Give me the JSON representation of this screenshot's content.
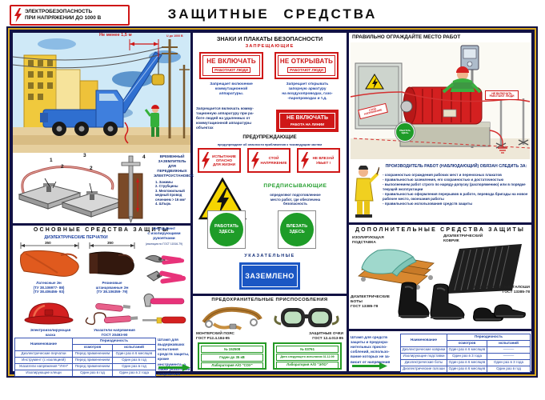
{
  "colors": {
    "accent_red": "#cf1717",
    "accent_navy": "#121244",
    "accent_yellow": "#d8a820",
    "text_blue": "#1a3fa0",
    "green": "#1e9c28",
    "blue_sign": "#1b57c4"
  },
  "header": {
    "badge_line1": "ЭЛЕКТРОБЕЗОПАСНОСТЬ",
    "badge_line2": "ПРИ НАПРЯЖЕНИИ ДО 1000 В",
    "title": "ЗАЩИТНЫЕ СРЕДСТВА"
  },
  "left": {
    "crane": {
      "dim_label": "Не менее 1,5 м",
      "voltage_label": "U до 1000 В"
    },
    "grounding": {
      "title": "ВРЕМЕННЫЙ\nЗАЗЕМЛИТЕЛЬ\nДЛЯ ПЕРЕДВИЖНЫХ\nЭЛЕКТРОУСТАНОВОК",
      "items": [
        "1. Зажимы",
        "2. Струбцины",
        "3. Многожильный\nмедный провод\nсечением > 16 мм²",
        "4. Штырь"
      ],
      "callouts": [
        "1",
        "2",
        "2",
        "3",
        "4"
      ]
    },
    "main": {
      "title": "ОСНОВНЫЕ СРЕДСТВА ЗАЩИТЫ",
      "gloves_title": "ДИЭЛЕКТРИЧЕСКИЕ ПЕРЧАТКИ",
      "glove1_dim": "350",
      "glove2_dim": "350",
      "glove1_caption": "Латексные Эн\n(ТУ 38.106977- 88)\n(ТУ 38.406456- 93)",
      "glove2_caption": "Резиновые\nштанцованные Эн\n(ТУ 38.106359- 79)",
      "tools_caption": "Инструмент\nс изолирующими\nрукоятками",
      "tools_gost": "(изоляция по ГОСТ 11516-79)",
      "helmet_caption": "Электроизолирующая\nкаска",
      "indicator_caption": "Указатели напряжения\nГОСТ 20493-90"
    },
    "table": {
      "col_name": "Наименование",
      "col_period": "Периодичность",
      "col_inspect": "осмотров",
      "col_test": "испытаний",
      "rows": [
        {
          "name": "Диэлектрические перчатки",
          "inspect": "Перед применением",
          "test": "Один раз в 6 месяцев"
        },
        {
          "name": "Инструмент (с изоляцией)",
          "inspect": "Перед применением",
          "test": "Один раз в год"
        },
        {
          "name": "Указатели напряжения \"УНН\"",
          "inspect": "Перед применением",
          "test": "Один раз в год"
        },
        {
          "name": "Изолирующие клещи",
          "inspect": "Один раз в год",
          "test": "Один раз в 2 года"
        }
      ],
      "stamp_note": "Штамп для выдержавших испытания средств защиты, кроме инструмента, а также указателей напряжения"
    }
  },
  "middle": {
    "panel_title": "ЗНАКИ И ПЛАКАТЫ БЕЗОПАСНОСТИ",
    "prohibiting": {
      "title": "ЗАПРЕЩАЮЩИЕ",
      "sign1_l1": "НЕ ВКЛЮЧАТЬ",
      "sign1_l2": "РАБОТАЮТ ЛЮДИ",
      "sign1_caption": "Запрещает включение\nкоммутационной\nаппаратуры.",
      "sign2_l1": "НЕ ОТКРЫВАТЬ",
      "sign2_l2": "РАБОТАЮТ ЛЮДИ",
      "sign2_caption": "Запрещает открывать\nзапорную арматуру\nна воздухопроводах, газо-\n-паропроводах и т.д.",
      "note": "Запрещается включать комму-\nтационную аппаратуру при ра-\nботе людей на удаленных от\nкоммутационной аппаратуры\nобъектах",
      "sign3_l1": "НЕ ВКЛЮЧАТЬ",
      "sign3_l2": "РАБОТА НА ЛИНИИ"
    },
    "warning": {
      "title": "ПРЕДУПРЕЖДАЮЩИЕ",
      "subtitle": "предупреждают об опасности приближения к токоведущим частям",
      "signs": [
        {
          "l1": "ИСПЫТАНИЕ",
          "l2": "ОПАСНО",
          "l3": "ДЛЯ ЖИЗНИ"
        },
        {
          "l1": "СТОЙ",
          "l2": "НАПРЯЖЕНИЕ"
        },
        {
          "l1": "НЕ ВЛЕЗАЙ",
          "l2": "УБЬЕТ !"
        }
      ]
    },
    "prescribing": {
      "title": "ПРЕДПИСЫВАЮЩИЕ",
      "subtitle": "определяют подготовленное\nместо работ, где обеспечена\nбезопасность",
      "sign1_l1": "РАБОТАТЬ",
      "sign1_l2": "ЗДЕСЬ",
      "sign2_l1": "ВЛЕЗАТЬ",
      "sign2_l2": "ЗДЕСЬ"
    },
    "indicative": {
      "title": "УКАЗАТЕЛЬНЫЕ",
      "sign": "ЗАЗЕМЛЕНО"
    },
    "devices": {
      "title": "ПРЕДОХРАНИТЕЛЬНЫЕ  ПРИСПОСОБЛЕНИЯ",
      "belt_caption": "МОНТЕРСКИЙ ПОЯС\nГОСТ Р12.4.184-95",
      "goggles_caption": "ЗАЩИТНЫЕ ОЧКИ\nГОСТ 12.4.013-85",
      "stamp1_r1": "№ 152508",
      "stamp1_r2": "Годен до 35 кВ",
      "stamp1_r3": "Лаборатория А/О \"СОУ\"",
      "stamp2_r1": "№ 03761",
      "stamp2_r2": "Дата следующего испытания 31.12.99",
      "stamp2_r3": "Лаборатория А/О \"ЭПО\""
    }
  },
  "right": {
    "fence": {
      "title": "ПРАВИЛЬНО ОГРАЖДАЙТЕ МЕСТО РАБОТ",
      "sign_stop": "СТОЙ\nНАПРЯЖЕНИЕ",
      "sign_no_switch": "НЕ ВКЛЮЧАТЬ\nРАБОТАЮТ ЛЮДИ",
      "sign_work_here": "РАБОТАТЬ\nЗДЕСЬ"
    },
    "supervisor": {
      "title": "ПРОИЗВОДИТЕЛЬ РАБОТ (НАБЛЮДАЮЩИЙ) ОБЯЗАН СЛЕДИТЬ ЗА:",
      "items": [
        "- сохранностью ограждения рабочих мест и переносных плакатов",
        "- правильностью заземления, его сохранностью и достаточностью",
        "- выполнением работ строго по наряду-допуску (распоряжению) или в порядке текущей эксплуатации",
        "- правильностью оформления перерывов в работе, перевода бригады на новое рабочее место, окончания работы",
        "- правильностью использования средств защиты"
      ]
    },
    "additional": {
      "title": "ДОПОЛНИТЕЛЬНЫЕ СРЕДСТВА ЗАЩИТЫ",
      "stand_caption": "ИЗОЛИРУЮЩАЯ\nПОДСТАВКА",
      "mat_caption": "ДИЭЛЕКТРИЧЕСКИЙ\nКОВРИК",
      "boots_caption": "ДИЭЛЕКТРИЧЕСКИЕ\nБОТЫ\nГОСТ 13385-78",
      "galoshes_caption": "ДИЭЛЕКТРИЧЕСКИЕ ГАЛОШИ\nГОСТ 13385-78"
    },
    "table": {
      "col_name": "Наименование",
      "col_period": "Периодичность",
      "col_inspect": "осмотров",
      "col_test": "испытаний",
      "rows": [
        {
          "name": "Диэлектрические коврики",
          "inspect": "Один раз в 6 месяцев",
          "test": "———"
        },
        {
          "name": "Изолирующие подставки",
          "inspect": "Один раз в 3 года",
          "test": "———"
        },
        {
          "name": "Диэлектрические боты",
          "inspect": "Один раз в 6 месяцев",
          "test": "Один раз в 3 года"
        },
        {
          "name": "Диэлектрические галоши",
          "inspect": "Один раз в 6 месяцев",
          "test": "Один раз в год"
        }
      ],
      "stamp_note": "Штамп для средств защиты и предохра- нительных приспо- соблений, использо- вание которых не за- висит от напряжения"
    }
  }
}
